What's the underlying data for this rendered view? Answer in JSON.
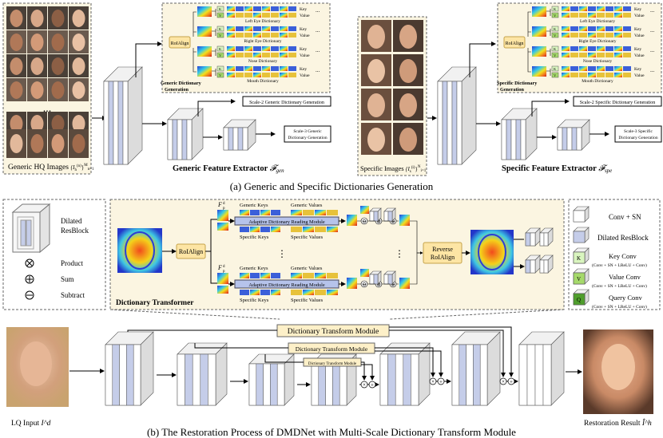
{
  "part_a": {
    "generic_images_label": "Generic HQ Images",
    "generic_images_sym": "{I_h^(n)}_(n=1)^M",
    "generic_dict_gen": [
      "Generic Dictionary",
      "Generation"
    ],
    "roialign": "RoIAlign",
    "k": "K",
    "v": "V",
    "key": "Key",
    "value": "Value",
    "left_eye": "Left Eye Dictionary",
    "right_eye": "Right Eye Dictionary",
    "nose": "Nose Dictionary",
    "mouth": "Mouth Dictionary",
    "scale2_generic": "Scale-2 Generic Dictionary Generation",
    "scale3_generic": [
      "Scale-3 Generic",
      "Dictionary Generation"
    ],
    "generic_extractor": "Generic Feature Extractor",
    "generic_extractor_sym": "F_gen",
    "specific_images_label": "Specific Images",
    "specific_images_sym": "{I_s^(i)}_(i=1)^N",
    "specific_dict_gen": [
      "Specific Dictionary",
      "Generation"
    ],
    "scale2_specific": "Scale-2 Specific Dictionary Generation",
    "scale3_specific": [
      "Scale-3 Specific",
      "Dictionary Generation"
    ],
    "specific_extractor": "Specific Feature Extractor",
    "specific_extractor_sym": "F_spe",
    "ellipsis": "...",
    "caption": "(a) Generic and Specific Dictionaries Generation"
  },
  "part_b": {
    "legend_left": {
      "dilated_resblock": [
        "Dilated",
        "ResBlock"
      ],
      "product": "Product",
      "sum": "Sum",
      "subtract": "Subtract"
    },
    "dictionary_transformer": "Dictionary Transformer",
    "roialign": "RoIAlign",
    "fd": "F_p^d",
    "fs": "F_p^s",
    "generic_keys_top": "Generic Keys",
    "generic_values_top": "Generic Values",
    "specific_keys_top": "Specific Keys",
    "specific_values_top": "Specific Values",
    "generic_keys_bot": "Generic Keys",
    "generic_values_bot": "Generic Values",
    "specific_keys_bot": "Specific Keys",
    "specific_values_bot": "Specific Values",
    "adaptive_top": "Adaptive Dictionary Reading Module",
    "adaptive_bot": "Adaptive Dictionary Reading Module",
    "reverse_roialign": [
      "Reverse",
      "RoIAlign"
    ],
    "legend_right": {
      "conv_sn": "Conv + SN",
      "dilated_resblock": "Dilated ResBlock",
      "key_conv": "Key Conv",
      "key_conv_sub": "(Conv + SN + LReLU + Conv)",
      "value_conv": "Value Conv",
      "value_conv_sub": "(Conv + SN + LReLU + Conv)",
      "query_conv": "Query Conv",
      "query_conv_sub": "(Conv + SN + LReLU + Conv)",
      "k": "K",
      "v": "V",
      "q": "Q"
    },
    "dtm_1": "Dictionary Transform Module",
    "dtm_2": "Dictionary Transform Module",
    "dtm_3": "Dictionary Transform Module",
    "lq_input": "LQ Input",
    "lq_sym": "I^d",
    "result": "Restoration Result",
    "result_sym": "Î^h",
    "caption": "(b) The Restoration Process of DMDNet with Multi-Scale Dictionary Transform Module"
  },
  "colors": {
    "cream": "#fbf5e1",
    "block_face": "#ffffff",
    "block_blue": "#c5cde9",
    "block_side": "#dcdcdc",
    "key_green": "#d9f5bf",
    "value_green": "#a5d96b",
    "query_green": "#4f9e2c",
    "roialign_fill": "#fde5a4",
    "adaptive_fill": "#b6c3eb",
    "dtm_fill": "#fdf0c8"
  }
}
